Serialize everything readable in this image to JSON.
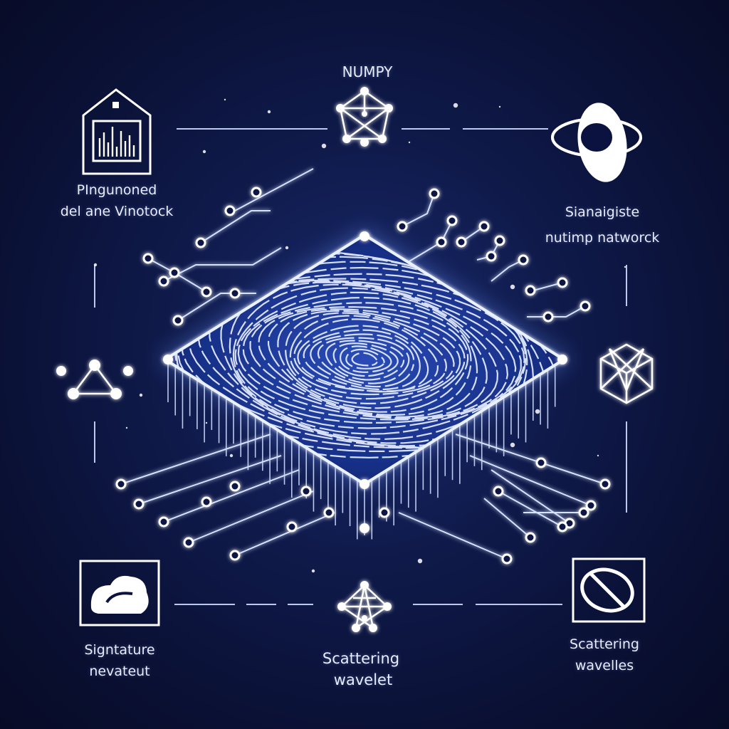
{
  "center": {
    "name": "fingerprint-chip",
    "pattern": "fingerprint"
  },
  "labels": {
    "top": "NUMPY",
    "top_left": [
      "PIngunoned",
      "del ane Vinotock"
    ],
    "top_right": [
      "Sianaigiste",
      "nutimp natworck"
    ],
    "bottom_left": [
      "Signtature",
      "nevateut"
    ],
    "bottom_center": [
      "Scattering",
      "wavelet"
    ],
    "bottom_right": [
      "Scattering",
      "wavelles"
    ]
  },
  "icons": {
    "top": "network-polyhedron-icon",
    "top_left": "bar-chart-tag-icon",
    "top_right": "orbit-eye-icon",
    "left": "triangle-nodes-icon",
    "right": "hexagon-polyhedron-icon",
    "bottom_left": "cloud-icon",
    "bottom_center": "star-network-icon",
    "bottom_right": "no-sign-icon"
  },
  "colors": {
    "background": "#0b1240",
    "glow": "#8fb4ff",
    "line": "#cfdcff",
    "text": "#e8ecff"
  }
}
